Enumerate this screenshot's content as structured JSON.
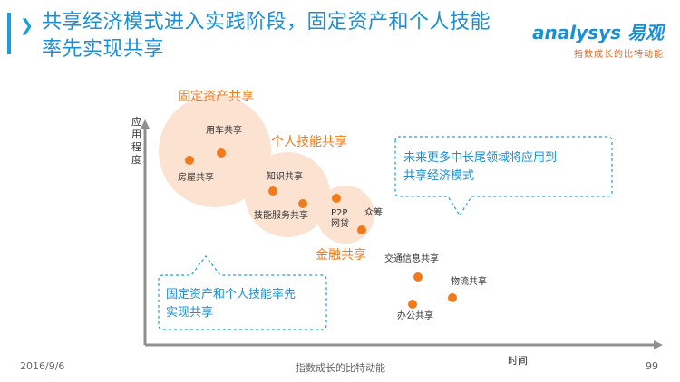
{
  "title": {
    "line1": "共享经济模式进入实践阶段，固定资产和个人技能",
    "line2": "率先实现共享"
  },
  "brand": {
    "name": "analysys 易观",
    "tagline": "指数成长的比特动能"
  },
  "axes": {
    "y_label_chars": [
      "应",
      "用",
      "程",
      "度"
    ],
    "x_label": "时间"
  },
  "groups": {
    "fixed_assets": "固定资产共享",
    "personal_skills": "个人技能共享",
    "finance": "金融共享"
  },
  "points": {
    "car_sharing": "用车共享",
    "housing_sharing": "房屋共享",
    "knowledge_sharing": "知识共享",
    "skill_services": "技能服务共享",
    "p2p_line1": "P2P",
    "p2p_line2": "网贷",
    "crowdfunding": "众筹",
    "transport_info": "交通信息共享",
    "logistics": "物流共享",
    "office": "办公共享"
  },
  "callouts": {
    "right_line1": "未来更多中长尾领域将应用到",
    "right_line2": "共享经济模式",
    "left_line1": "固定资产和个人技能率先",
    "left_line2": "实现共享"
  },
  "footer": {
    "date": "2016/9/6",
    "tagline": "指数成长的比特动能",
    "page": "99"
  },
  "colors": {
    "accent_blue": "#1a8fd6",
    "accent_orange": "#f07a1c",
    "circle_fill": "#fbe2d1",
    "axis_gray": "#8f8f8f"
  },
  "icons": {
    "title_arrow": "chevron-right-icon"
  }
}
